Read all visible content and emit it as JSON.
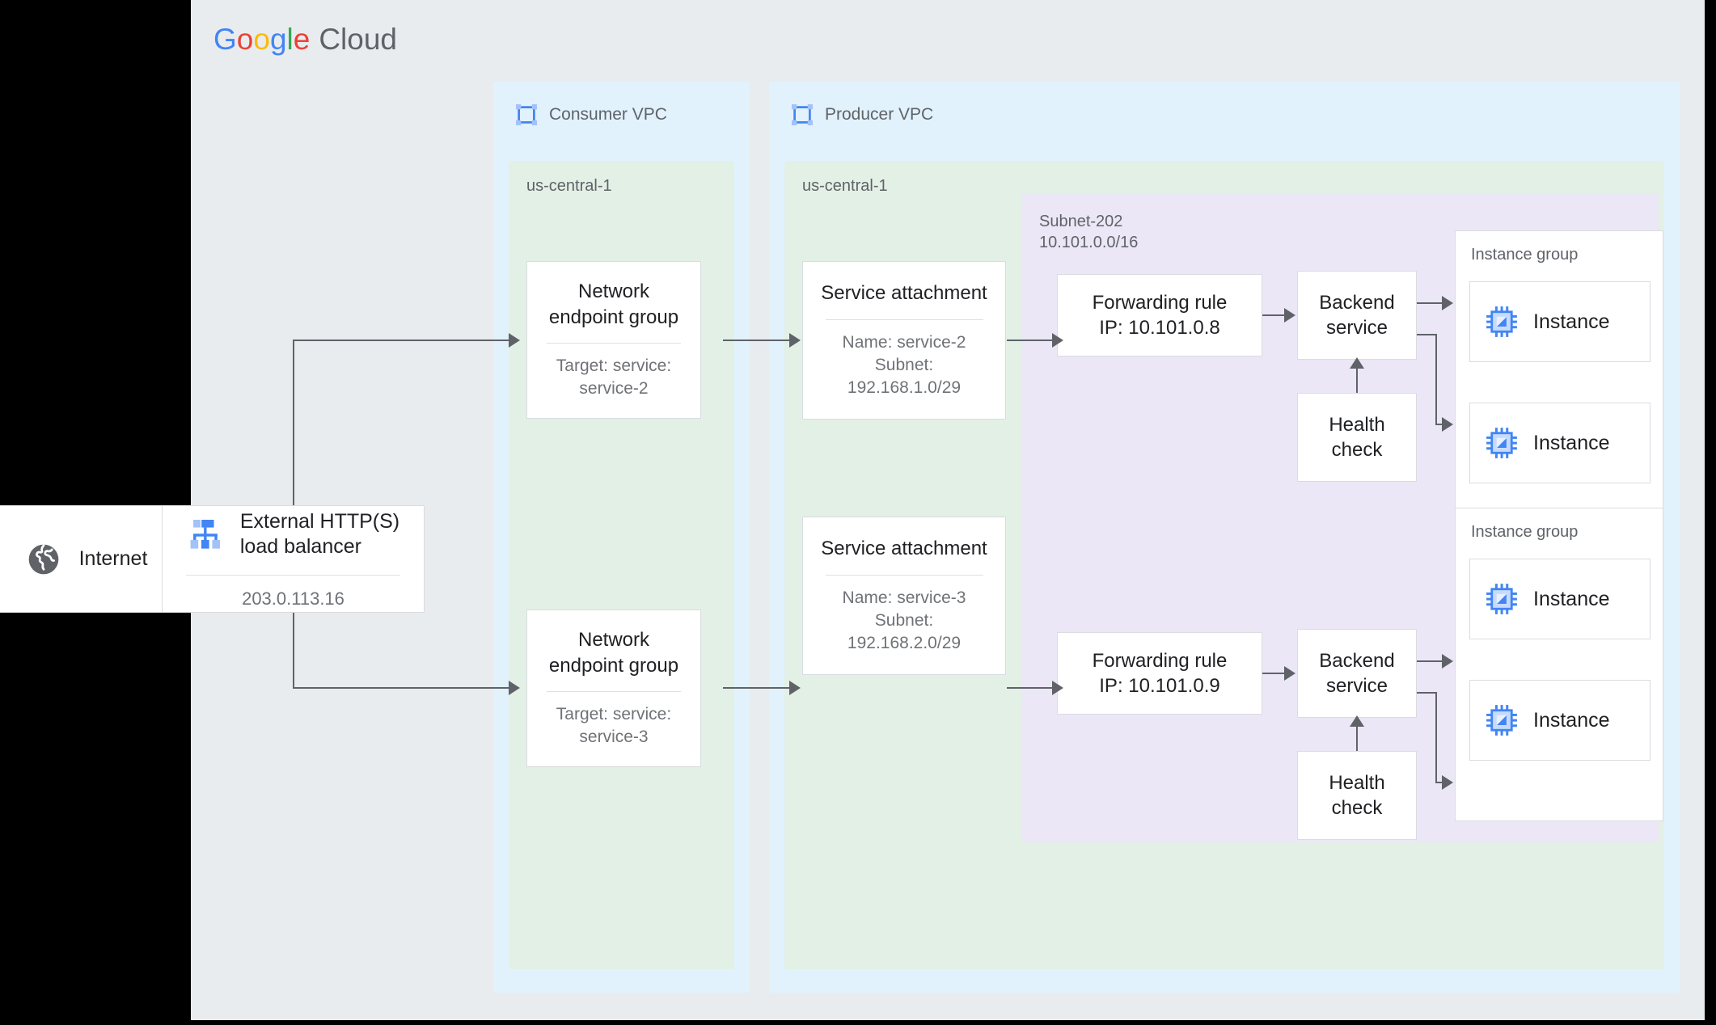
{
  "brand": {
    "google": [
      {
        "ch": "G",
        "color": "#4285f4"
      },
      {
        "ch": "o",
        "color": "#ea4335"
      },
      {
        "ch": "o",
        "color": "#fbbc05"
      },
      {
        "ch": "g",
        "color": "#4285f4"
      },
      {
        "ch": "l",
        "color": "#34a853"
      },
      {
        "ch": "e",
        "color": "#ea4335"
      }
    ],
    "cloud_label": "Cloud"
  },
  "colors": {
    "vpc_bg": "#e1f2fd",
    "region_bg": "#e3f0e6",
    "subnet_bg": "#ece7f6",
    "canvas_bg": "#e9ecee",
    "card_bg": "#ffffff",
    "border": "#dadce0",
    "connector": "#5f6368",
    "text_primary": "#202124",
    "text_secondary": "#5f6368",
    "icon_blue": "#4285f4",
    "icon_blue_light": "#a3c2f8",
    "icon_gray": "#5f6368"
  },
  "internet": {
    "label": "Internet",
    "icon": "globe-icon"
  },
  "load_balancer": {
    "title": "External HTTP(S) load balancer",
    "title_line1": "External HTTP(S)",
    "title_line2": "load balancer",
    "ip": "203.0.113.16",
    "icon": "load-balancer-icon"
  },
  "consumer_vpc": {
    "title": "Consumer VPC",
    "icon": "vpc-icon",
    "region": {
      "label": "us-central-1",
      "network_endpoint_groups": [
        {
          "title": "Network endpoint group",
          "title_line1": "Network",
          "title_line2": "endpoint group",
          "sub_line1": "Target: service:",
          "sub_line2": "service-2"
        },
        {
          "title": "Network endpoint group",
          "title_line1": "Network",
          "title_line2": "endpoint group",
          "sub_line1": "Target: service:",
          "sub_line2": "service-3"
        }
      ]
    }
  },
  "producer_vpc": {
    "title": "Producer VPC",
    "icon": "vpc-icon",
    "region": {
      "label": "us-central-1",
      "service_attachments": [
        {
          "title": "Service attachment",
          "sub_line1": "Name: service-2",
          "sub_line2": "Subnet:",
          "sub_line3": "192.168.1.0/29"
        },
        {
          "title": "Service attachment",
          "sub_line1": "Name: service-3",
          "sub_line2": "Subnet:",
          "sub_line3": "192.168.2.0/29"
        }
      ],
      "subnet": {
        "name": "Subnet-202",
        "cidr": "10.101.0.0/16",
        "stacks": [
          {
            "forwarding_rule_line1": "Forwarding rule",
            "forwarding_rule_line2": "IP: 10.101.0.8",
            "backend_service_line1": "Backend",
            "backend_service_line2": "service",
            "health_check_line1": "Health",
            "health_check_line2": "check",
            "instance_group_label": "Instance group",
            "instances": [
              {
                "label": "Instance",
                "icon": "instance-icon"
              },
              {
                "label": "Instance",
                "icon": "instance-icon"
              }
            ]
          },
          {
            "forwarding_rule_line1": "Forwarding rule",
            "forwarding_rule_line2": "IP: 10.101.0.9",
            "backend_service_line1": "Backend",
            "backend_service_line2": "service",
            "health_check_line1": "Health",
            "health_check_line2": "check",
            "instance_group_label": "Instance group",
            "instances": [
              {
                "label": "Instance",
                "icon": "instance-icon"
              },
              {
                "label": "Instance",
                "icon": "instance-icon"
              }
            ]
          }
        ]
      }
    }
  }
}
